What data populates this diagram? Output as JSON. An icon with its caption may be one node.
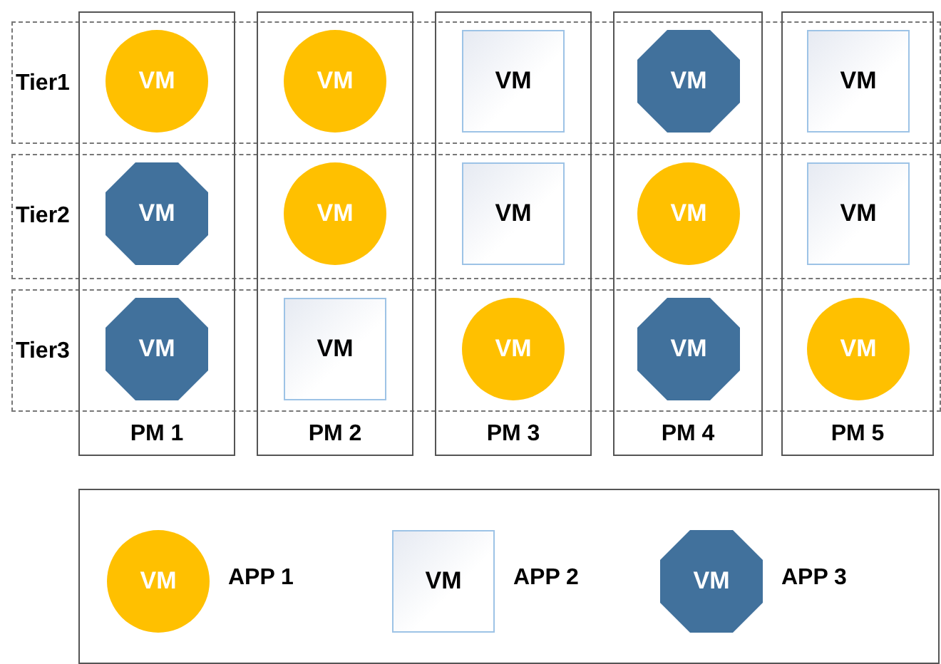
{
  "diagram": {
    "nodes": [
      {
        "text": [
          "Tier1"
        ]
      },
      {
        "text": [
          "Tier2"
        ]
      },
      {
        "text": [
          "Tier3"
        ]
      },
      {
        "text": [
          "PM 1"
        ]
      },
      {
        "text": [
          "PM 2"
        ]
      },
      {
        "text": [
          "PM 3"
        ]
      },
      {
        "text": [
          "PM 4"
        ]
      },
      {
        "text": [
          "PM 5"
        ]
      },
      {
        "text": [
          "VM"
        ]
      },
      {
        "text": [
          "VM"
        ]
      },
      {
        "text": [
          "VM"
        ]
      },
      {
        "text": [
          "VM"
        ]
      },
      {
        "text": [
          "VM"
        ]
      },
      {
        "text": [
          "VM"
        ]
      },
      {
        "text": [
          "VM"
        ]
      },
      {
        "text": [
          "VM"
        ]
      },
      {
        "text": [
          "VM"
        ]
      },
      {
        "text": [
          "VM"
        ]
      },
      {
        "text": [
          "VM"
        ]
      },
      {
        "text": [
          "VM"
        ]
      },
      {
        "text": [
          "VM"
        ]
      },
      {
        "text": [
          "VM"
        ]
      },
      {
        "text": [
          "VM"
        ]
      },
      {
        "text": [],
        "shape": "box"
      },
      {
        "text": [
          "VM"
        ],
        "in": 23,
        "beside": [
          "APP 1"
        ]
      },
      {
        "text": [
          "VM"
        ],
        "in": 23,
        "beside": [
          "APP 2"
        ]
      },
      {
        "text": [
          "VM"
        ],
        "in": 23,
        "beside": [
          "APP 3"
        ]
      }
    ]
  }
}
